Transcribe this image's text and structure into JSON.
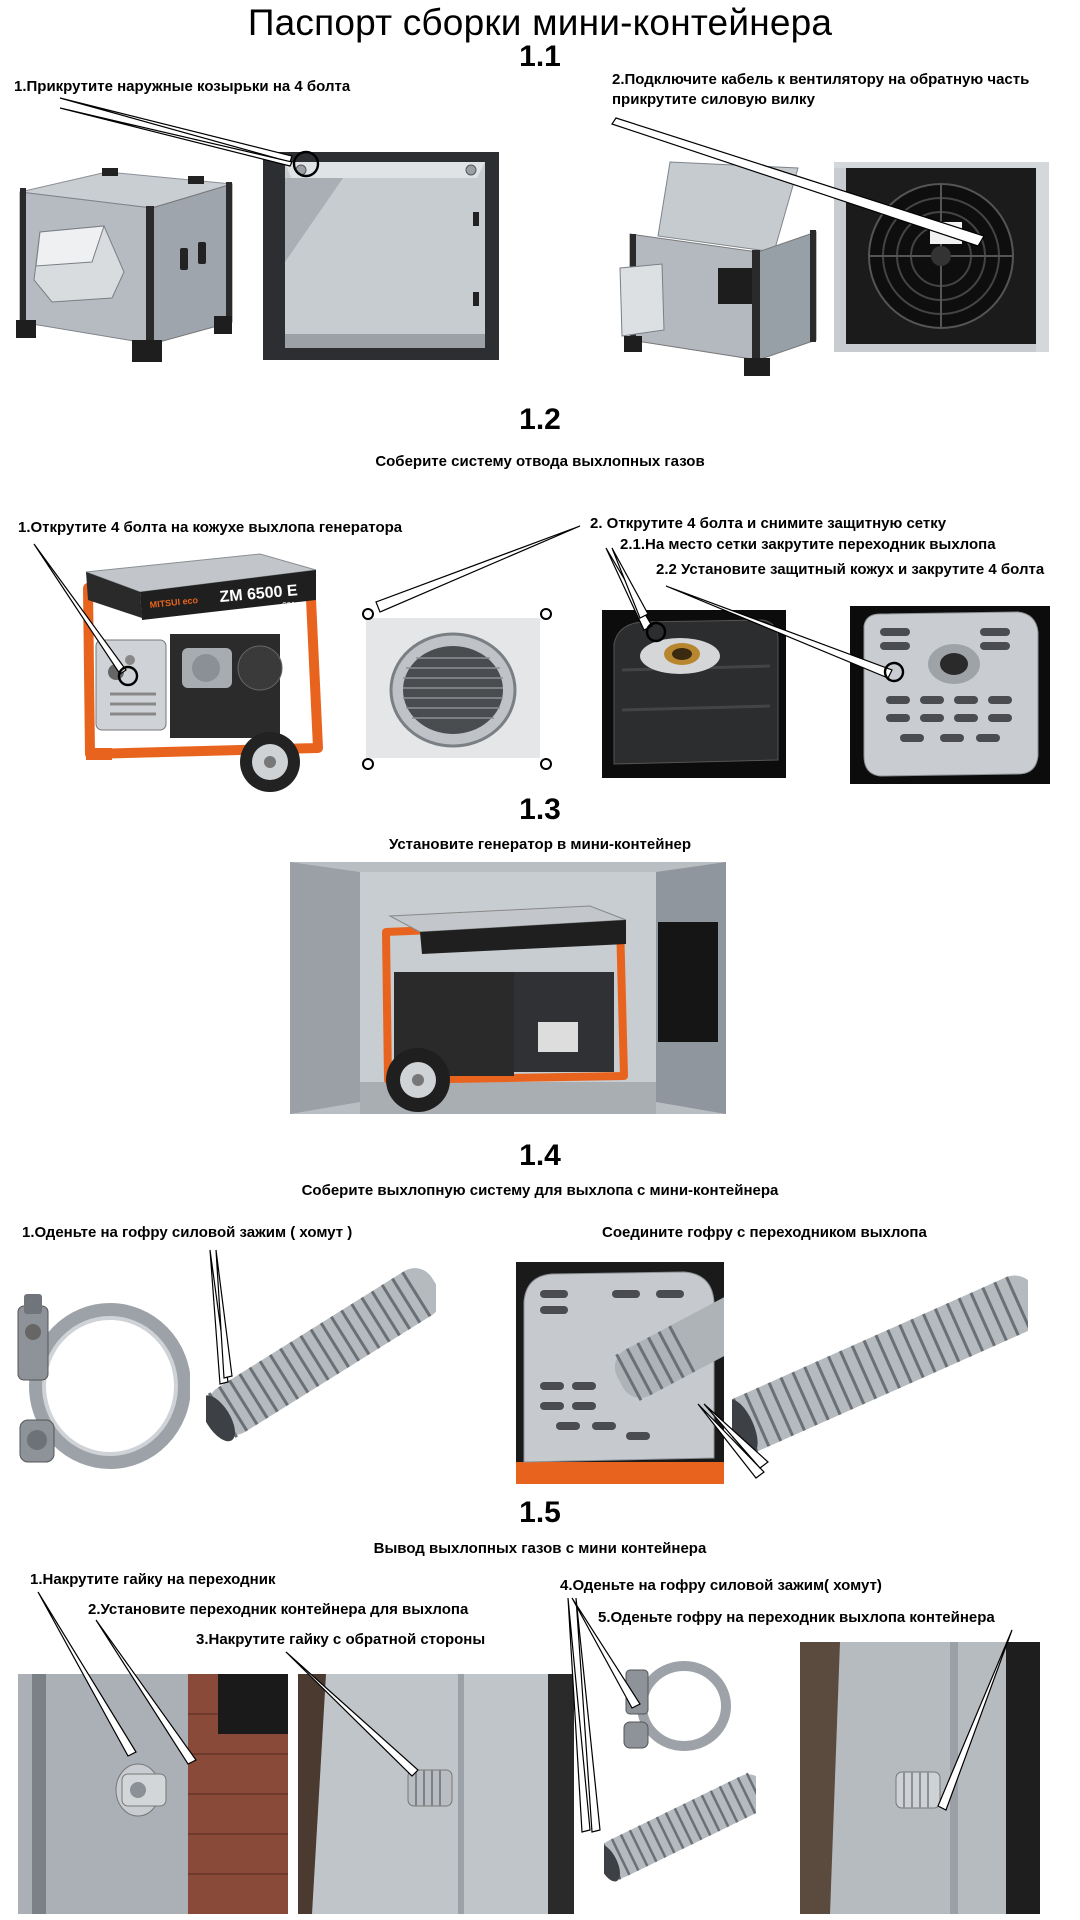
{
  "doc": {
    "title": "Паспорт сборки мини-контейнера"
  },
  "s11": {
    "num": "1.1",
    "step1": "1.Прикрутите наружные козырьки на 4 болта",
    "step2": "2.Подключите кабель к вентилятору на обратную часть прикрутите силовую вилку"
  },
  "s12": {
    "num": "1.2",
    "subtitle": "Соберите систему отвода выхлопных газов",
    "step1": "1.Открутите 4 болта на кожухе выхлопа генератора",
    "step2": "2. Открутите 4 болта и снимите защитную сетку",
    "step21": "2.1.На место сетки закрутите переходник выхлопа",
    "step22": "2.2 Установите защитный кожух и закрутите 4 болта",
    "gen_brand": "MITSUI eco",
    "gen_model": "ZM 6500 E",
    "gen_w1": "6000",
    "gen_w2": "6500"
  },
  "s13": {
    "num": "1.3",
    "subtitle": "Установите генератор в мини-контейнер"
  },
  "s14": {
    "num": "1.4",
    "subtitle": "Соберите выхлопную систему для выхлопа с мини-контейнера",
    "step1": "1.Оденьте на гофру силовой зажим ( хомут )",
    "step2": "Соедините гофру с переходником выхлопа"
  },
  "s15": {
    "num": "1.5",
    "subtitle": "Вывод выхлопных газов с мини контейнера",
    "step1": "1.Накрутите гайку на переходник",
    "step2": "2.Установите переходник контейнера для выхлопа",
    "step3": "3.Накрутите гайку с обратной стороны",
    "step4": "4.Оденьте на гофру силовой зажим( хомут)",
    "step5": "5.Оденьте гофру на переходник выхлопа контейнера"
  },
  "colors": {
    "orange": "#e8641e",
    "steel": "#b9bec4",
    "dark": "#1c1c1c"
  }
}
